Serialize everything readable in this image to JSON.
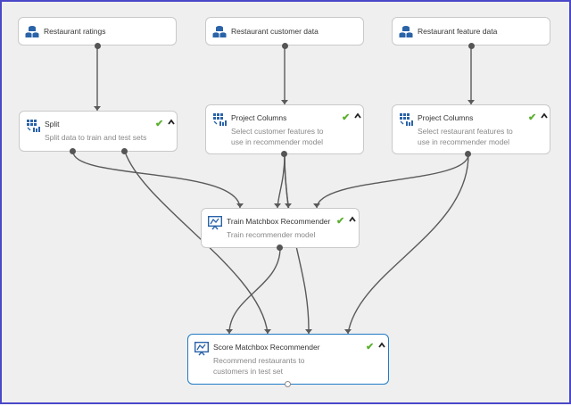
{
  "nodes": {
    "restaurant_ratings": {
      "title": "Restaurant ratings"
    },
    "restaurant_customer_data": {
      "title": "Restaurant customer data"
    },
    "restaurant_feature_data": {
      "title": "Restaurant feature data"
    },
    "split": {
      "title": "Split",
      "desc": "Split data to train and test sets"
    },
    "project_columns_customer": {
      "title": "Project Columns",
      "desc_line1": "Select customer features to",
      "desc_line2": "use in recommender model"
    },
    "project_columns_restaurant": {
      "title": "Project Columns",
      "desc_line1": "Select restaurant features to",
      "desc_line2": "use in recommender model"
    },
    "train": {
      "title": "Train Matchbox Recommender",
      "desc": "Train recommender model"
    },
    "score": {
      "title": "Score Matchbox Recommender",
      "desc_line1": "Recommend restaurants to",
      "desc_line2": "customers in test set"
    }
  },
  "colors": {
    "frame": "#4a48c8",
    "canvas": "#efefef",
    "selected_border": "#1f7bc6",
    "check": "#5bb02f",
    "wire": "#5a5a5a",
    "icon_blue": "#2a63a8"
  },
  "icons": {
    "dataset": "database-icon",
    "module": "grid-module-icon",
    "train_score": "monitor-chart-icon",
    "status": "checkmark-icon",
    "collapse": "chevron-up-icon"
  }
}
